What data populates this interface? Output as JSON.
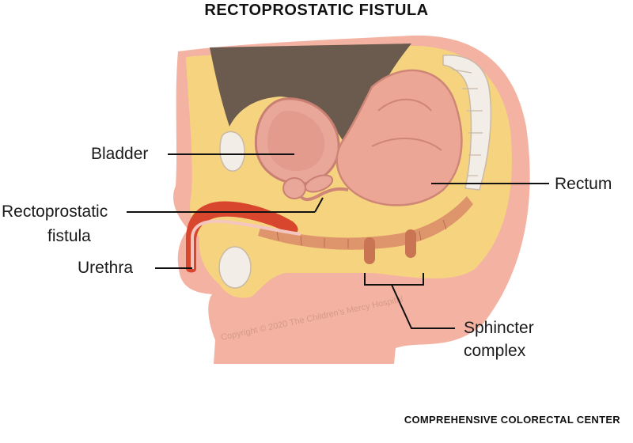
{
  "title": "RECTOPROSTATIC FISTULA",
  "footer": "COMPREHENSIVE COLORECTAL CENTER",
  "watermark": "Copyright © 2020 The Children's Mercy Hospital",
  "labels": {
    "bladder": "Bladder",
    "fistula_line1": "Rectoprostatic",
    "fistula_line2": "fistula",
    "urethra": "Urethra",
    "rectum": "Rectum",
    "sphincter_line1": "Sphincter",
    "sphincter_line2": "complex"
  },
  "colors": {
    "skin": "#f4b3a2",
    "fat": "#f6d47f",
    "organ": "#e9a79a",
    "rectum": "#eba696",
    "muscle": "#d98a68",
    "bone": "#f2ede6",
    "cavity": "#6b5a4e",
    "urethra_tissue": "#d9462e"
  }
}
